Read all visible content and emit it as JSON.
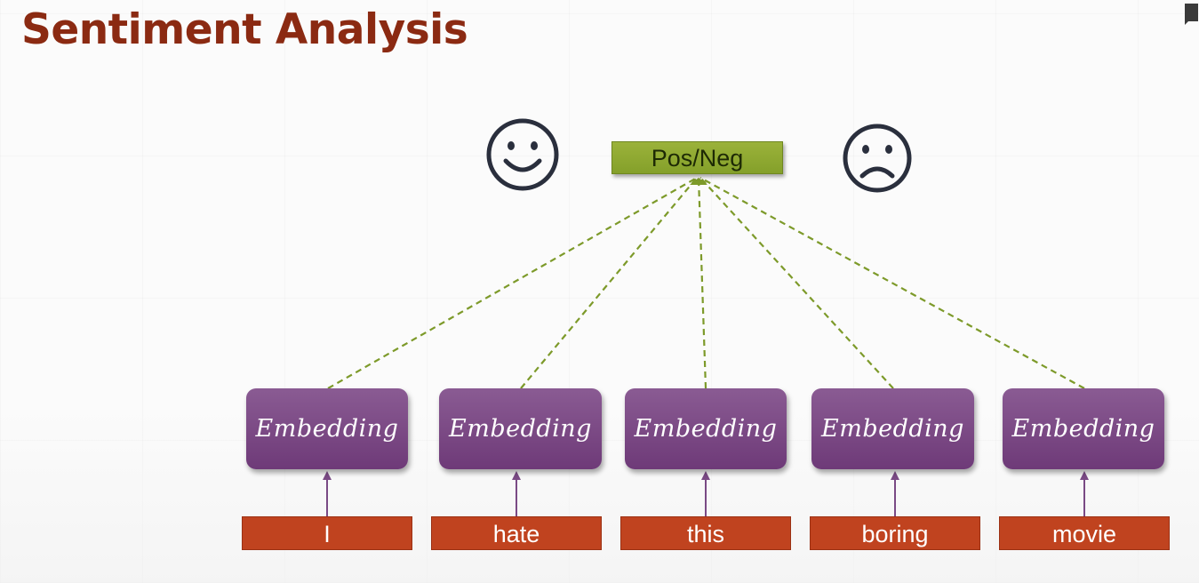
{
  "slide": {
    "title": "Sentiment Analysis"
  },
  "output": {
    "label": "Pos/Neg",
    "color": "#8fa832"
  },
  "faces": {
    "left": "happy-face-icon",
    "right": "sad-face-icon"
  },
  "embeddings": [
    {
      "label": "Embedding"
    },
    {
      "label": "Embedding"
    },
    {
      "label": "Embedding"
    },
    {
      "label": "Embedding"
    },
    {
      "label": "Embedding"
    }
  ],
  "words": [
    {
      "label": "I"
    },
    {
      "label": "hate"
    },
    {
      "label": "this"
    },
    {
      "label": "boring"
    },
    {
      "label": "movie"
    }
  ],
  "colors": {
    "title": "#8b2a12",
    "embedding": "#7a4a85",
    "word": "#c0431f",
    "dashed_link": "#7d9a2a",
    "arrow": "#7a4a85"
  }
}
